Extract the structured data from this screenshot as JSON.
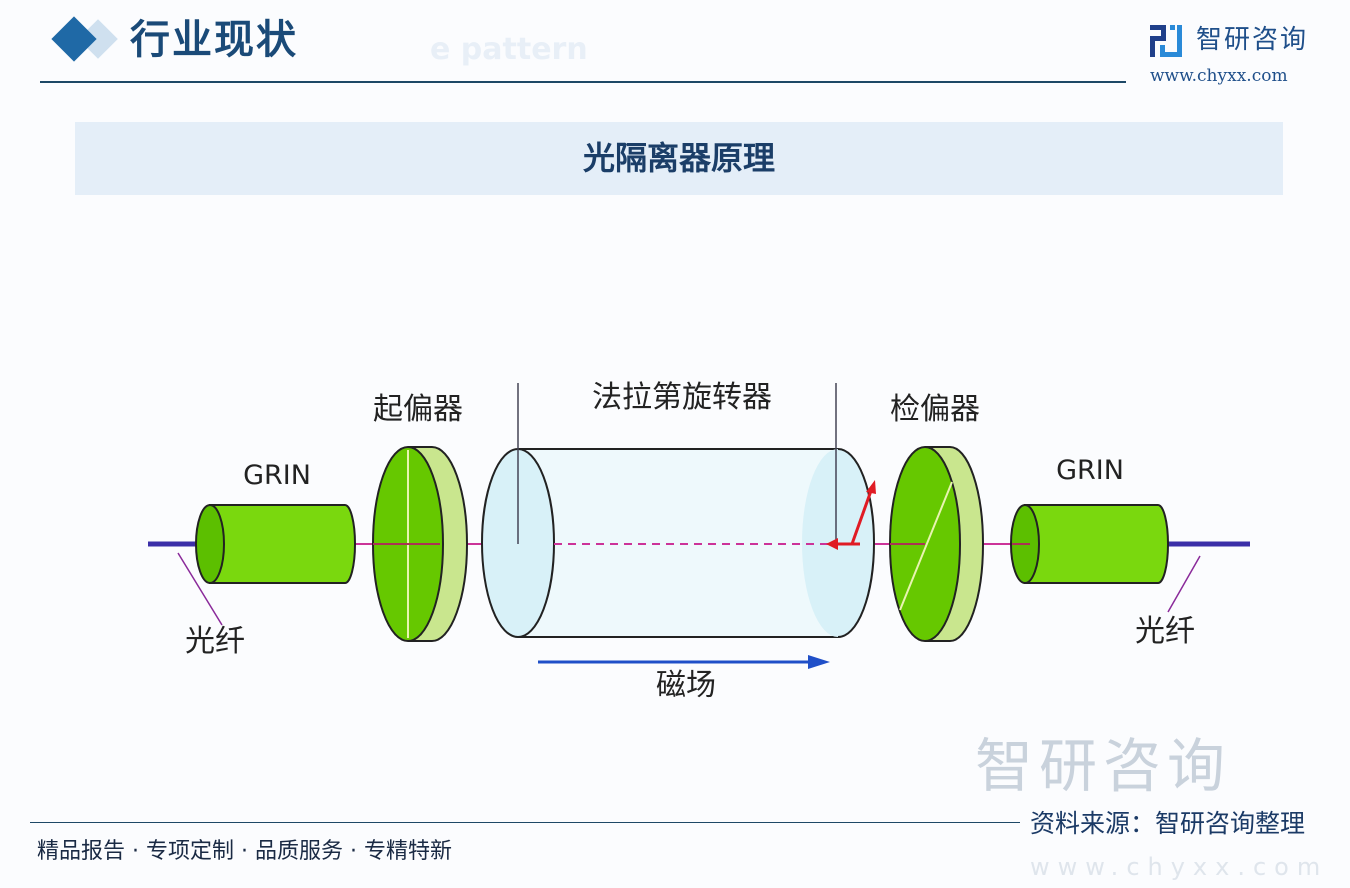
{
  "header": {
    "title": "行业现状",
    "watermark_text": "e pattern"
  },
  "brand": {
    "name": "智研咨询",
    "url": "www.chyxx.com",
    "color": "#1f4f8a"
  },
  "diagram": {
    "title": "光隔离器原理",
    "labels": {
      "polarizer": "起偏器",
      "faraday_rotator": "法拉第旋转器",
      "analyzer": "检偏器",
      "grin_left": "GRIN",
      "grin_right": "GRIN",
      "fiber_left": "光纤",
      "fiber_right": "光纤",
      "magnetic_field": "磁场"
    },
    "colors": {
      "green": "#66c800",
      "light_green": "#c9e68e",
      "rotator": "#d8f1f8",
      "beam": "#cc3399",
      "arrow": "#1f4fc8",
      "polarization": "#e01b24"
    }
  },
  "footer": {
    "slogan": "精品报告 · 专项定制 · 品质服务 · 专精特新",
    "source": "资料来源：智研咨询整理",
    "watermark": "智研咨询",
    "watermark_url": "www.chyxx.com"
  }
}
